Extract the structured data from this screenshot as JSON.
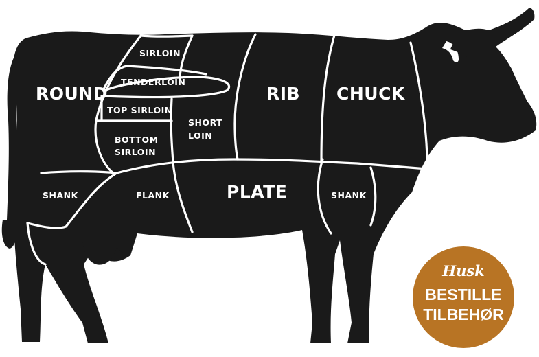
{
  "diagram": {
    "cuts": {
      "round": "ROUND",
      "sirloin": "SIRLOIN",
      "tenderloin": "TENDERLOIN",
      "top_sirloin": "TOP SIRLOIN",
      "bottom_sirloin_1": "BOTTOM",
      "bottom_sirloin_2": "SIRLOIN",
      "short_loin_1": "SHORT",
      "short_loin_2": "LOIN",
      "rib": "RIB",
      "chuck": "CHUCK",
      "shank_rear": "SHANK",
      "flank": "FLANK",
      "plate": "PLATE",
      "shank_front": "SHANK"
    },
    "colors": {
      "body": "#1a1a1a",
      "seam": "#ffffff",
      "badge_fill": "#b87424",
      "badge_text": "#ffffff"
    }
  },
  "badge": {
    "script": "Husk",
    "line1": "BESTILLE",
    "line2": "TILBEHØR"
  }
}
